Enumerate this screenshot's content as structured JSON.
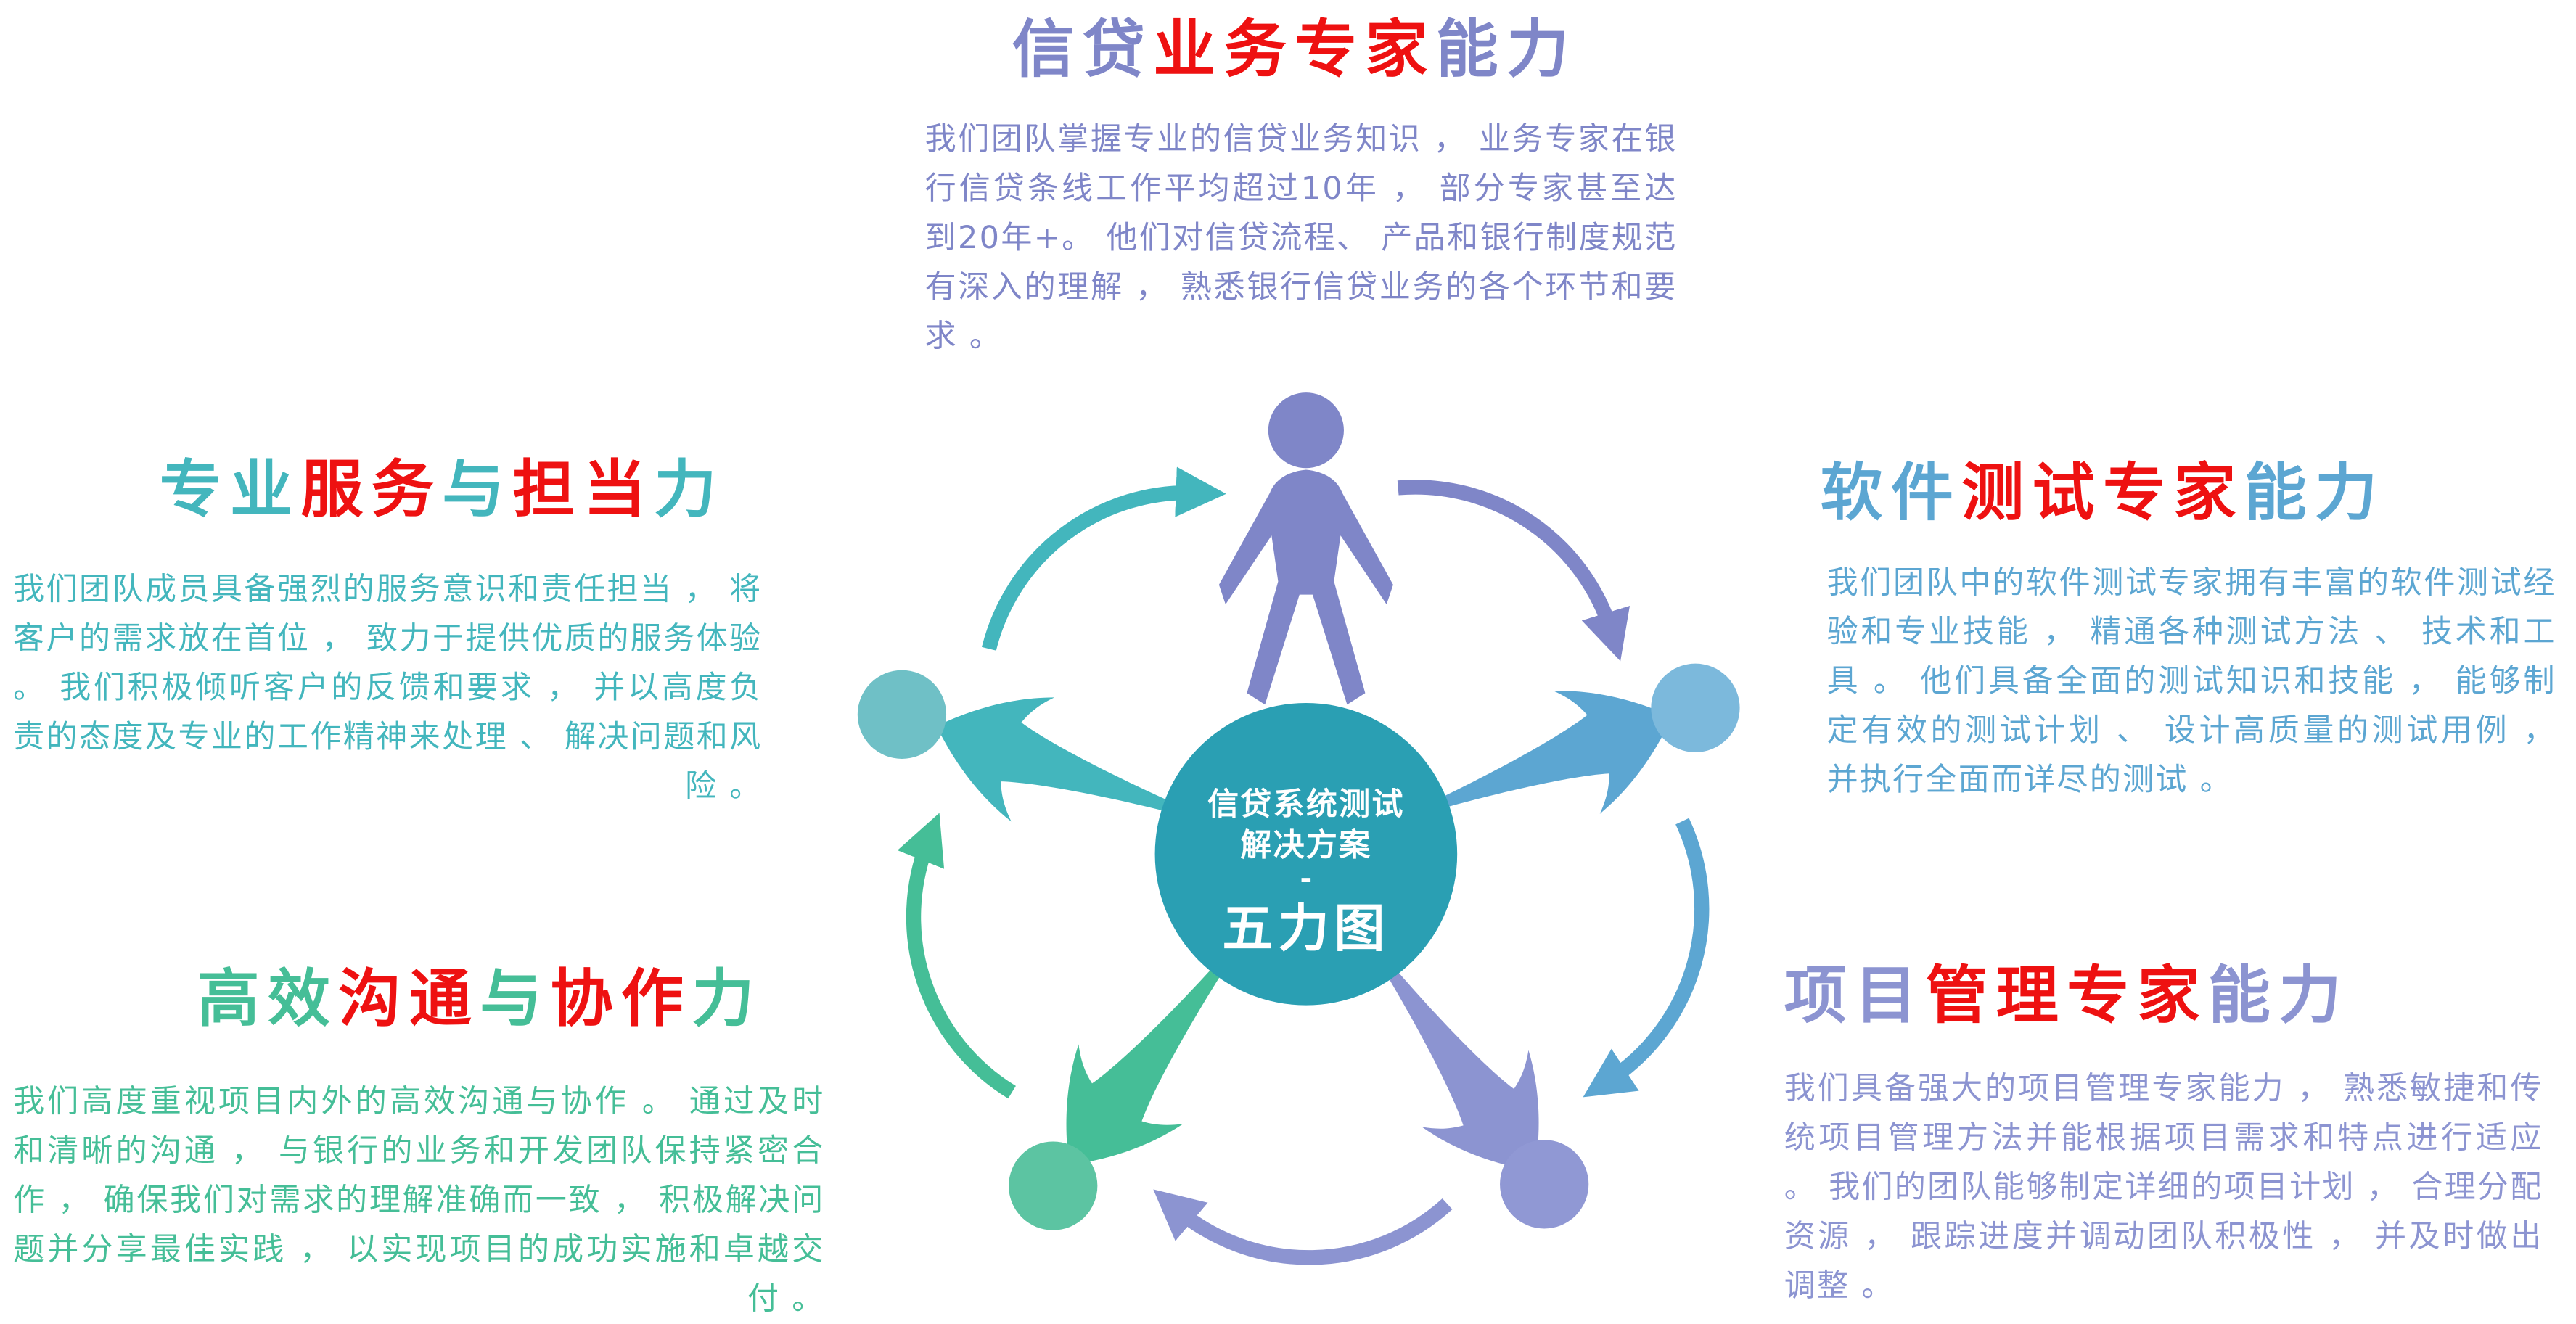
{
  "palette": {
    "red": "#EE1111",
    "purple": "#7F86C8",
    "teal": "#43B6BD",
    "blue": "#5CA6D2",
    "green": "#45BE97",
    "periwinkle": "#8C94D1",
    "teal_node": "#6FC0C6",
    "blue_node": "#7CB9DC",
    "green_node": "#5CC4A2",
    "peri_node": "#9098D4",
    "center": "#2A9FB3"
  },
  "icons": {
    "person": "person-silhouette-icon",
    "cycle": "curved-cycle-arrow-icon",
    "radial": "tapered-radial-arrow-icon"
  },
  "center": {
    "line1": "信贷系统测试",
    "line2": "解决方案",
    "dash": "-",
    "line3": "五力图"
  },
  "sections": {
    "credit": {
      "accent": "purple",
      "title_segments": [
        {
          "text": "信贷",
          "color": "purple"
        },
        {
          "text": "业务专家",
          "color": "red"
        },
        {
          "text": "能力",
          "color": "purple"
        }
      ],
      "body": "我们团队掌握专业的信贷业务知识 ， 业务专家在银行信贷条线工作平均超过10年 ， 部分专家甚至达到20年+。 他们对信贷流程、 产品和银行制度规范有深入的理解 ， 熟悉银行信贷业务的各个环节和要求 。"
    },
    "service": {
      "accent": "teal",
      "title_segments": [
        {
          "text": "专业",
          "color": "teal"
        },
        {
          "text": "服务",
          "color": "red"
        },
        {
          "text": "与",
          "color": "teal"
        },
        {
          "text": "担当",
          "color": "red"
        },
        {
          "text": "力",
          "color": "teal"
        }
      ],
      "body": "我们团队成员具备强烈的服务意识和责任担当 ， 将客户的需求放在首位 ， 致力于提供优质的服务体验 。 我们积极倾听客户的反馈和要求 ， 并以高度负责的态度及专业的工作精神来处理 、 解决问题和风险 。"
    },
    "testing": {
      "accent": "blue",
      "title_segments": [
        {
          "text": "软件",
          "color": "blue"
        },
        {
          "text": "测试专家",
          "color": "red"
        },
        {
          "text": "能力",
          "color": "blue"
        }
      ],
      "body": "我们团队中的软件测试专家拥有丰富的软件测试经验和专业技能 ， 精通各种测试方法 、 技术和工具 。 他们具备全面的测试知识和技能 ， 能够制定有效的测试计划 、 设计高质量的测试用例 ， 并执行全面而详尽的测试 。"
    },
    "communication": {
      "accent": "green",
      "title_segments": [
        {
          "text": "高效",
          "color": "green"
        },
        {
          "text": "沟通",
          "color": "red"
        },
        {
          "text": "与",
          "color": "green"
        },
        {
          "text": "协作",
          "color": "red"
        },
        {
          "text": "力",
          "color": "green"
        }
      ],
      "body": "我们高度重视项目内外的高效沟通与协作 。 通过及时和清晰的沟通 ， 与银行的业务和开发团队保持紧密合作 ， 确保我们对需求的理解准确而一致 ， 积极解决问题并分享最佳实践 ， 以实现项目的成功实施和卓越交付 。"
    },
    "management": {
      "accent": "periwinkle",
      "title_segments": [
        {
          "text": "项目",
          "color": "periwinkle"
        },
        {
          "text": "管理专家",
          "color": "red"
        },
        {
          "text": "能力",
          "color": "periwinkle"
        }
      ],
      "body": "我们具备强大的项目管理专家能力 ， 熟悉敏捷和传统项目管理方法并能根据项目需求和特点进行适应 。 我们的团队能够制定详细的项目计划 ， 合理分配资源 ， 跟踪进度并调动团队积极性 ， 并及时做出调整 。"
    }
  }
}
